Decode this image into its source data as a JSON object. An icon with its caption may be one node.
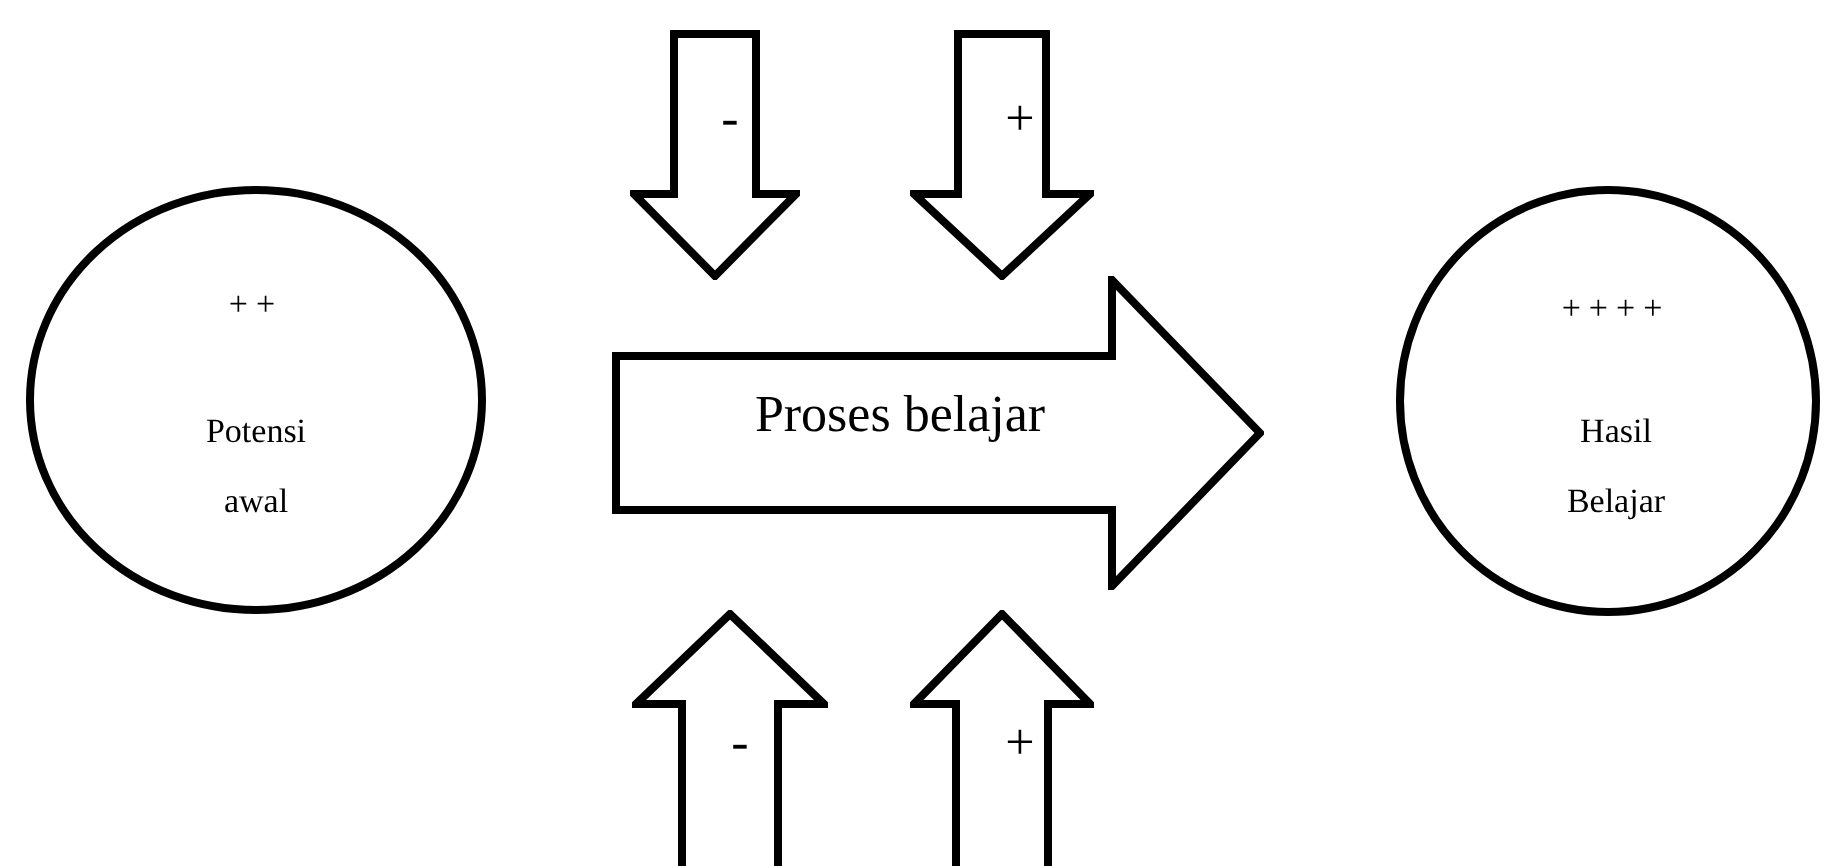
{
  "diagram": {
    "nodes": [
      {
        "text": [
          "++",
          "Potensi awal"
        ]
      },
      {
        "text": [
          "Proses belajar"
        ]
      },
      {
        "text": [
          "++++",
          "Hasil Belajar"
        ]
      },
      {
        "text": [
          "-"
        ]
      },
      {
        "text": [
          "+"
        ]
      },
      {
        "text": [
          "-"
        ]
      },
      {
        "text": [
          "+"
        ]
      }
    ]
  }
}
